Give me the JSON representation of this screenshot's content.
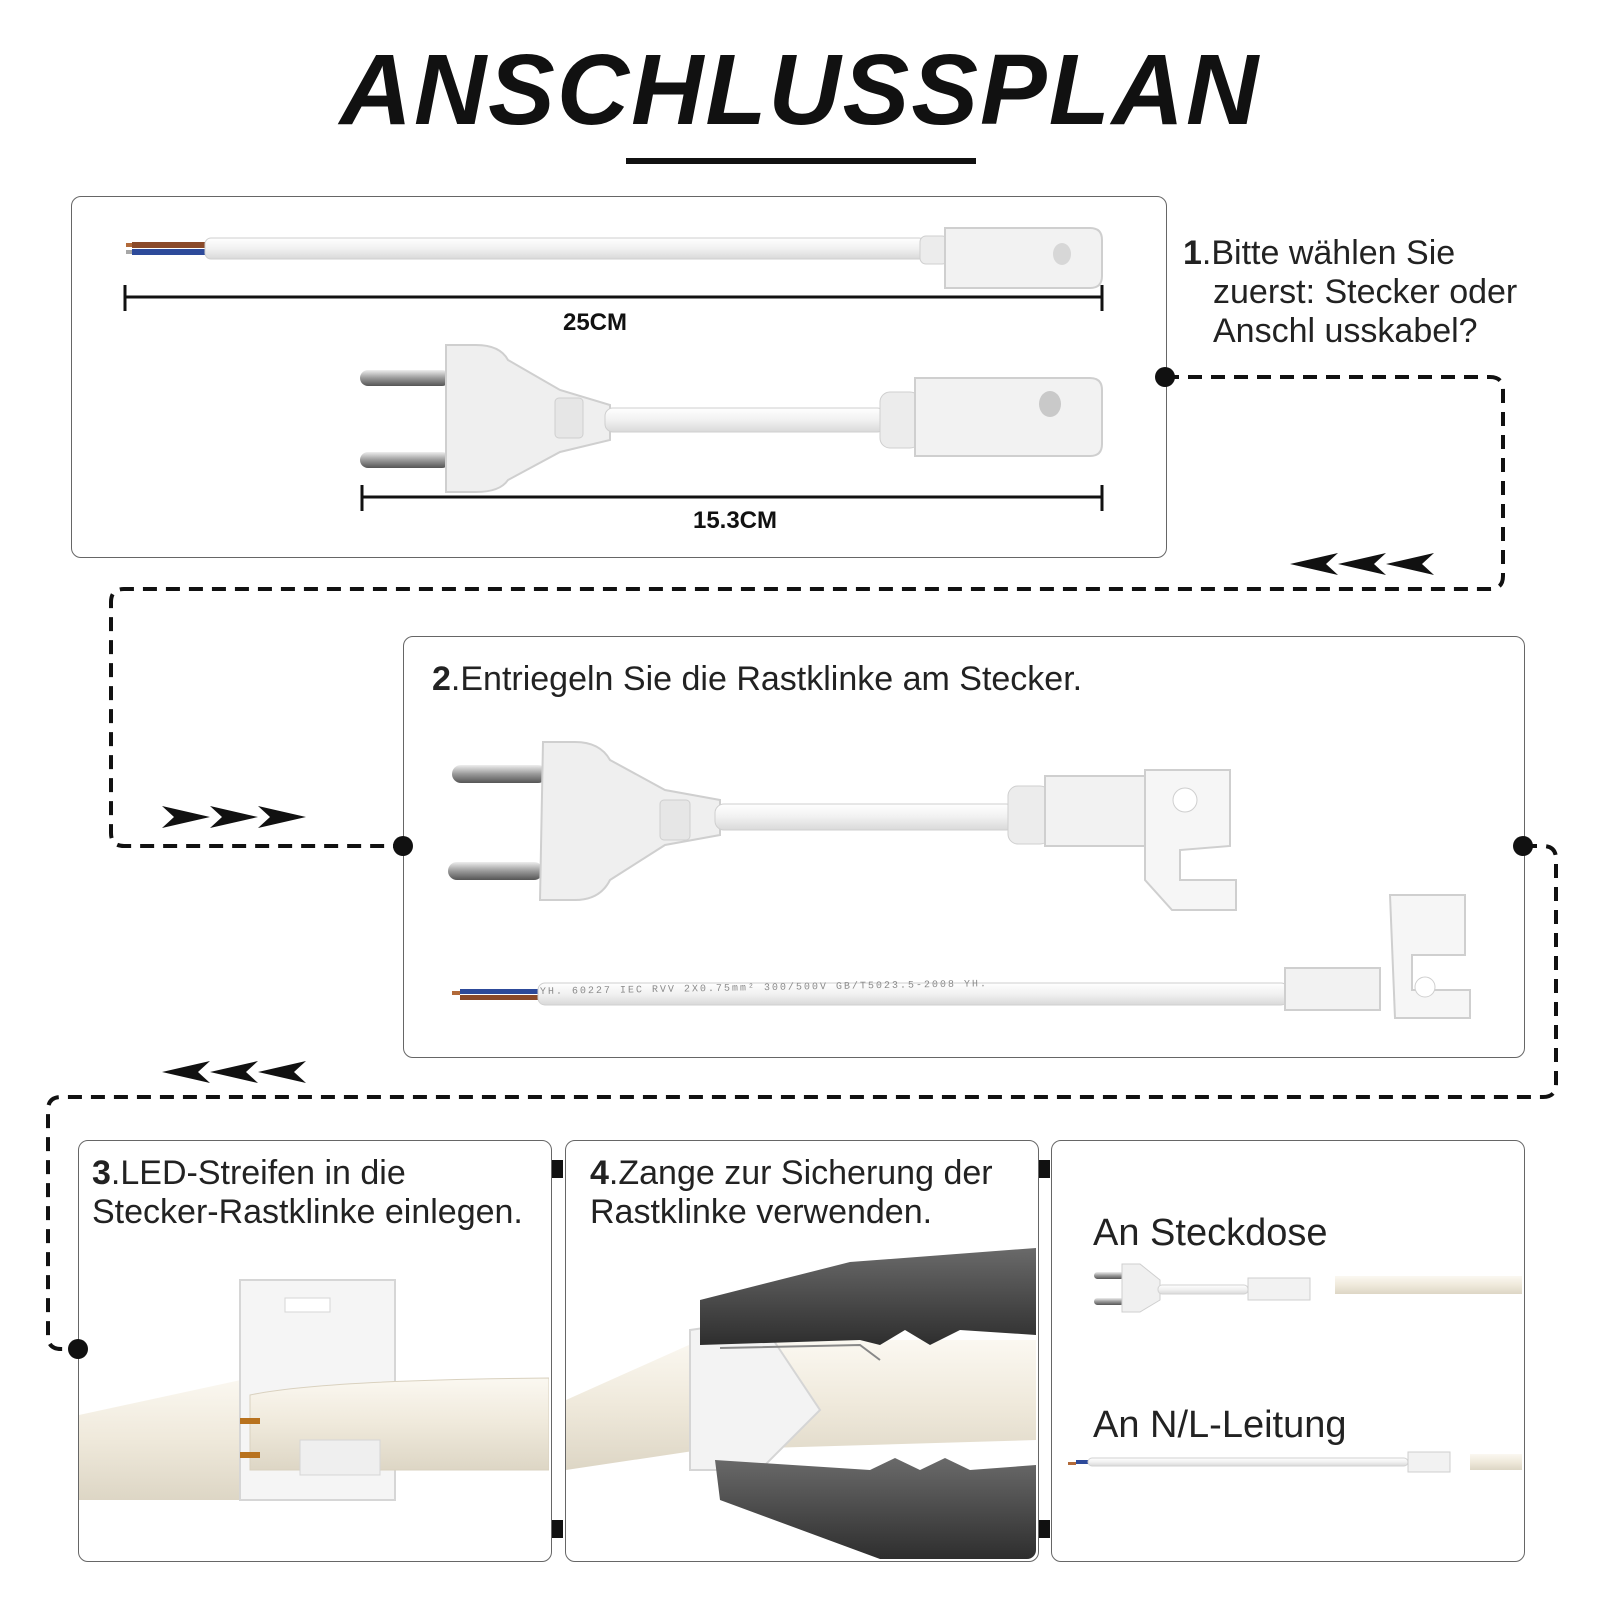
{
  "title": "ANSCHLUSSPLAN",
  "colors": {
    "ink": "#111111",
    "panel_border": "#666666",
    "cable": "#f2f2f2",
    "pliers": "#4a4a4a",
    "strip": "#f3efe4"
  },
  "step1": {
    "number": "1",
    "line1": ".Bitte wählen Sie",
    "line2": "zuerst: Stecker oder",
    "line3": "Anschl usskabel?"
  },
  "dimensions": {
    "long_cable": "25CM",
    "plug_cable": "15.3CM"
  },
  "step2": {
    "number": "2",
    "text": ".Entriegeln Sie die Rastklinke am Stecker."
  },
  "cable_print": "YH.   60227  IEC  RVV  2X0.75mm²  300/500V  GB/T5023.5-2008  YH.",
  "step3": {
    "number": "3",
    "line1": ".LED-Streifen in die",
    "line2": "Stecker-Rastklinke einlegen."
  },
  "step4": {
    "number": "4",
    "line1": ".Zange zur Sicherung der",
    "line2": "Rastklinke verwenden."
  },
  "options": {
    "socket": "An Steckdose",
    "nl_line": "An N/L-Leitung"
  },
  "icons": [
    "arrow-left-icon",
    "arrow-right-icon",
    "connector-dot-icon",
    "euro-plug-icon",
    "pliers-icon"
  ]
}
